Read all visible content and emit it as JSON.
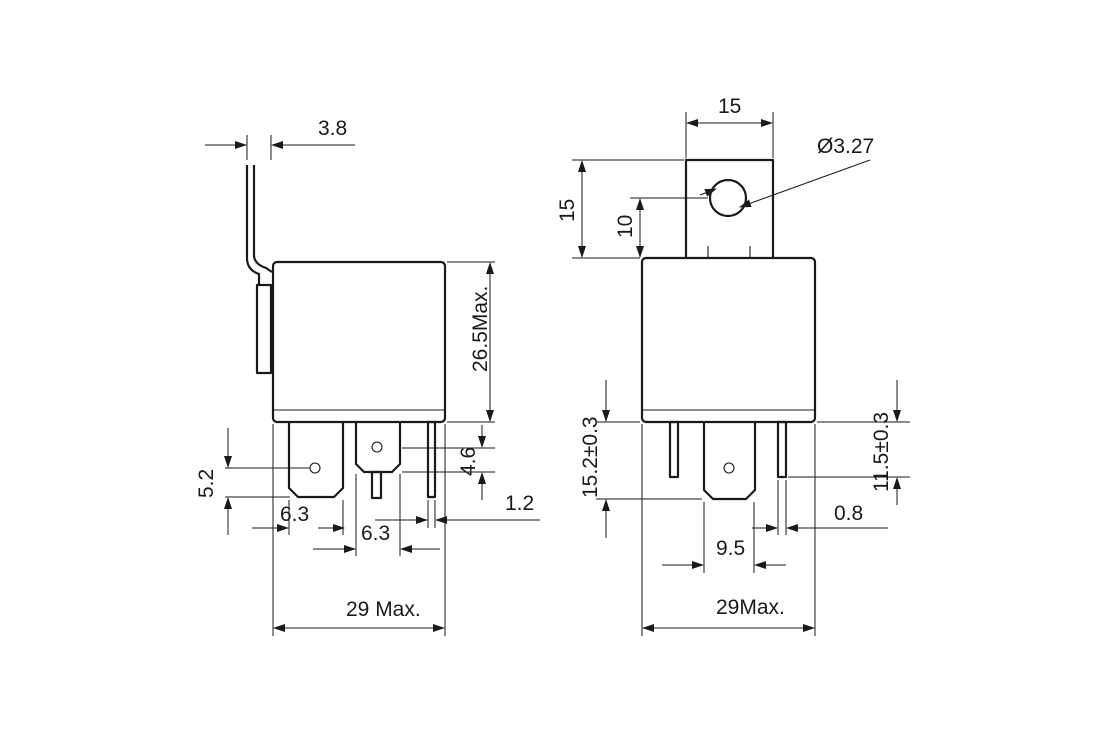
{
  "side_view": {
    "flange_offset": "3.8",
    "body_height": "26.5Max.",
    "terminal_gap": "4.6",
    "hole_height": "5.2",
    "terminal_width_left": "6.3",
    "terminal_width_mid": "6.3",
    "pin_thickness": "1.2",
    "overall_width": "29 Max."
  },
  "front_view": {
    "bracket_width": "15",
    "hole_diameter": "Ø3.27",
    "bracket_height": "15",
    "hole_position": "10",
    "terminal_length_center": "15.2±0.3",
    "terminal_length_side": "11.5±0.3",
    "pin_width": "0.8",
    "pin_spacing": "9.5",
    "overall_width": "29Max."
  }
}
